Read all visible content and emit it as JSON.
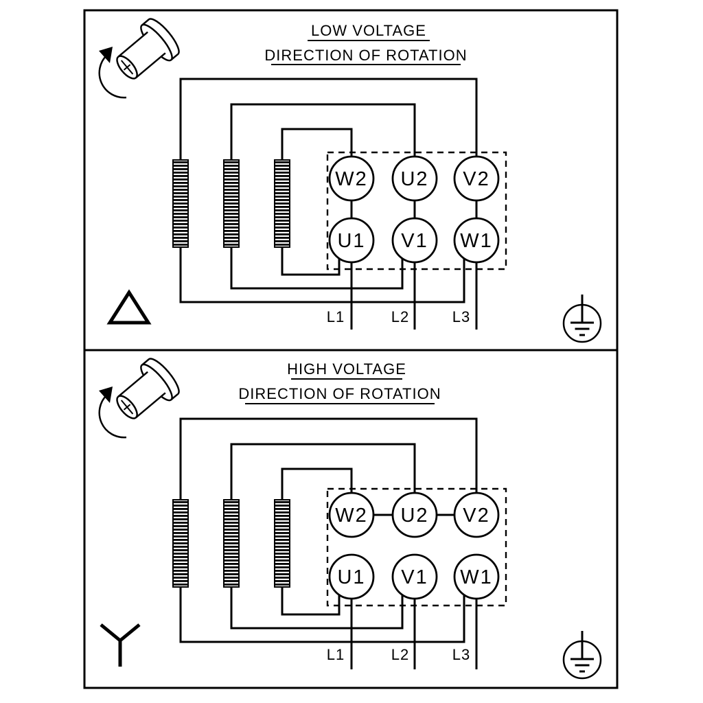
{
  "colors": {
    "ink": "#000000",
    "background": "#ffffff"
  },
  "panels": [
    {
      "title": "LOW VOLTAGE",
      "subtitle": "DIRECTION OF ROTATION",
      "connection_icon": "delta-connection-icon",
      "terminals": {
        "top": [
          "W2",
          "U2",
          "V2"
        ],
        "bottom": [
          "U1",
          "V1",
          "W1"
        ]
      },
      "supply_lines": [
        "L1",
        "L2",
        "L3"
      ]
    },
    {
      "title": "HIGH VOLTAGE",
      "subtitle": "DIRECTION OF ROTATION",
      "connection_icon": "star-connection-icon",
      "terminals": {
        "top": [
          "W2",
          "U2",
          "V2"
        ],
        "bottom": [
          "U1",
          "V1",
          "W1"
        ]
      },
      "supply_lines": [
        "L1",
        "L2",
        "L3"
      ]
    }
  ],
  "icons": [
    "rotating-shaft-icon",
    "earth-ground-icon",
    "delta-connection-icon",
    "star-connection-icon"
  ]
}
